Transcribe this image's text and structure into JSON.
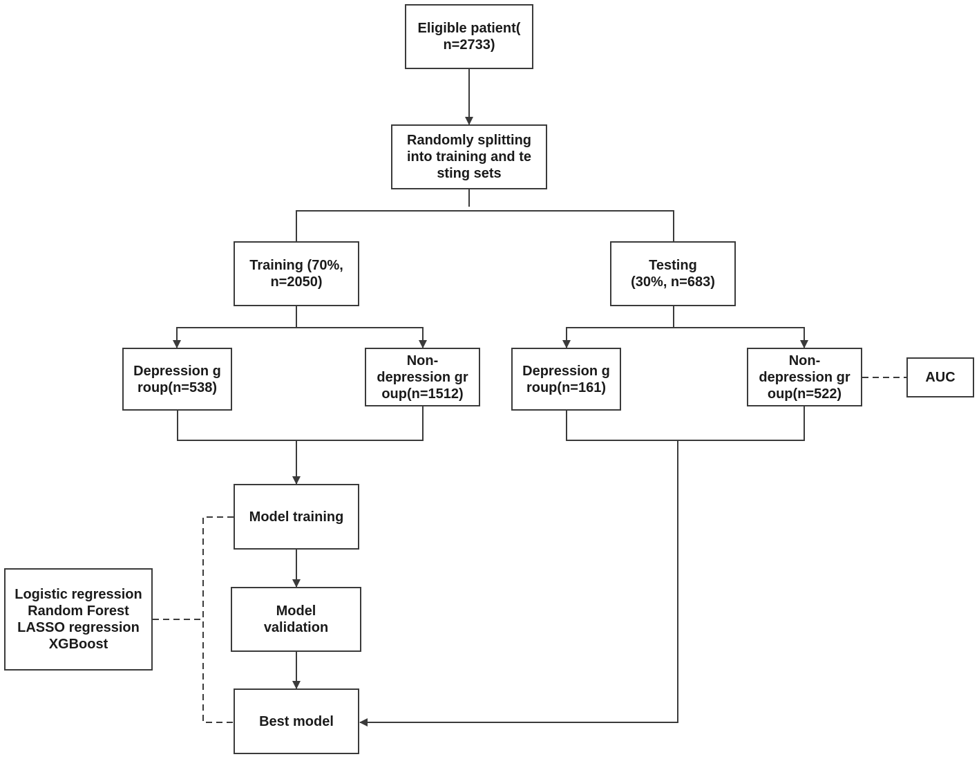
{
  "nodes": {
    "eligible": {
      "lines": [
        "Eligible patient(",
        "n=2733)"
      ]
    },
    "split": {
      "lines": [
        "Randomly splitting",
        "into training and te",
        "sting sets"
      ]
    },
    "training": {
      "lines": [
        "Training (70%,",
        "n=2050)"
      ]
    },
    "testing": {
      "lines": [
        "Testing",
        "(30%, n=683)"
      ]
    },
    "train_depression": {
      "lines": [
        "Depression g",
        "roup(n=538)"
      ]
    },
    "train_nondepression": {
      "lines": [
        "Non-",
        "depression gr",
        "oup(n=1512)"
      ]
    },
    "test_depression": {
      "lines": [
        "Depression g",
        "roup(n=161)"
      ]
    },
    "test_nondepression": {
      "lines": [
        "Non-",
        "depression gr",
        "oup(n=522)"
      ]
    },
    "auc": {
      "lines": [
        "AUC"
      ]
    },
    "model_training": {
      "lines": [
        "Model training"
      ]
    },
    "model_validation": {
      "lines": [
        "Model",
        "validation"
      ]
    },
    "best_model": {
      "lines": [
        "Best model"
      ]
    },
    "methods": {
      "lines": [
        "Logistic regression",
        "Random Forest",
        "LASSO regression",
        "XGBoost"
      ]
    }
  },
  "colors": {
    "stroke": "#3a3a3a",
    "text": "#1a1a1a"
  }
}
